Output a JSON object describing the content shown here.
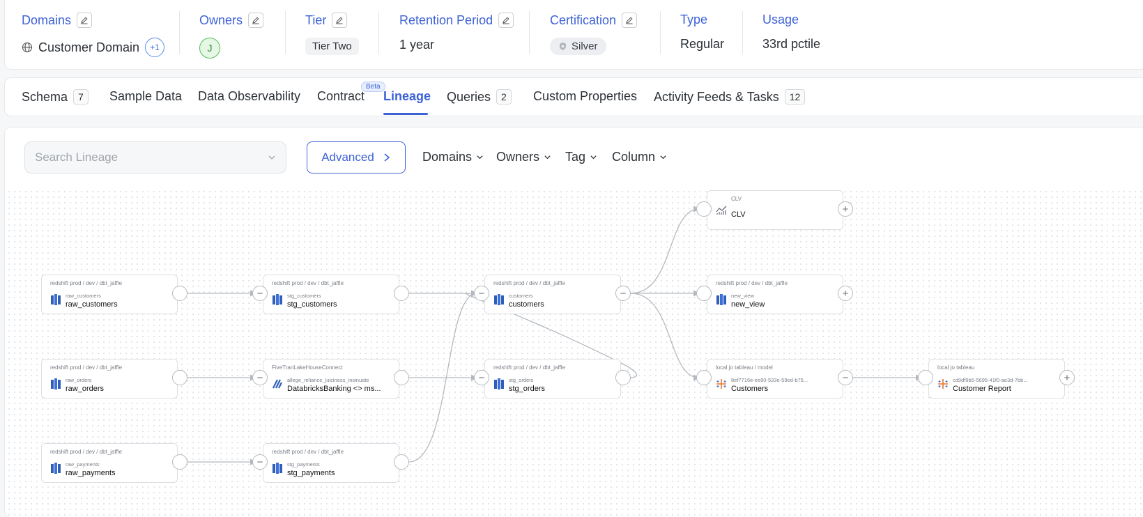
{
  "header": {
    "domains": {
      "title": "Domains",
      "value": "Customer Domain",
      "extra": "+1"
    },
    "owners": {
      "title": "Owners",
      "initial": "J"
    },
    "tier": {
      "title": "Tier",
      "value": "Tier Two"
    },
    "retention": {
      "title": "Retention Period",
      "value": "1 year"
    },
    "certification": {
      "title": "Certification",
      "value": "Silver"
    },
    "type": {
      "title": "Type",
      "value": "Regular"
    },
    "usage": {
      "title": "Usage",
      "value": "33rd pctile"
    }
  },
  "tabs": [
    {
      "label": "Schema",
      "count": "7"
    },
    {
      "label": "Sample Data"
    },
    {
      "label": "Data Observability"
    },
    {
      "label": "Contract",
      "badge": "Beta"
    },
    {
      "label": "Lineage",
      "active": true
    },
    {
      "label": "Queries",
      "count": "2"
    },
    {
      "label": "Custom Properties"
    },
    {
      "label": "Activity Feeds & Tasks",
      "count": "12"
    }
  ],
  "toolbar": {
    "search_placeholder": "Search Lineage",
    "advanced_label": "Advanced",
    "filters": [
      "Domains",
      "Owners",
      "Tag",
      "Column"
    ]
  },
  "nodes": {
    "raw_customers": {
      "path": "redshift prod / dev / dbt_jaffle",
      "sub": "raw_customers",
      "name": "raw_customers"
    },
    "raw_orders": {
      "path": "redshift prod / dev / dbt_jaffle",
      "sub": "raw_orders",
      "name": "raw_orders"
    },
    "raw_payments": {
      "path": "redshift prod / dev / dbt_jaffle",
      "sub": "raw_payments",
      "name": "raw_payments"
    },
    "stg_customers": {
      "path": "redshift prod / dev / dbt_jaffle",
      "sub": "stg_customers",
      "name": "stg_customers"
    },
    "databricks": {
      "path": "FiveTranLakeHouseConnect",
      "sub": "allege_reliance_juiciness_insinuate",
      "name": "DatabricksBanking <> ms..."
    },
    "stg_payments": {
      "path": "redshift prod / dev / dbt_jaffle",
      "sub": "stg_payments",
      "name": "stg_payments"
    },
    "customers": {
      "path": "redshift prod / dev / dbt_jaffle",
      "sub": "customers",
      "name": "customers"
    },
    "stg_orders": {
      "path": "redshift prod / dev / dbt_jaffle",
      "sub": "stg_orders",
      "name": "stg_orders"
    },
    "clv": {
      "path": "CLV",
      "sub": "",
      "name": "CLV"
    },
    "new_view": {
      "path": "redshift prod / dev / dbt_jaffle",
      "sub": "new_view",
      "name": "new_view"
    },
    "tableau_customers": {
      "path": "local  jo  tableau  /  model",
      "sub": "8ef7716e-ee90-533e-59ed-b75...",
      "name": "Customers"
    },
    "customer_report": {
      "path": "local  jo  tableau",
      "sub": "cd9df9b5-5695-41f0-ae3d-7bb...",
      "name": "Customer Report"
    }
  },
  "colors": {
    "accent": "#3d62d6",
    "db_icon": "#2f5fb8",
    "edge": "#b5b9bf"
  }
}
